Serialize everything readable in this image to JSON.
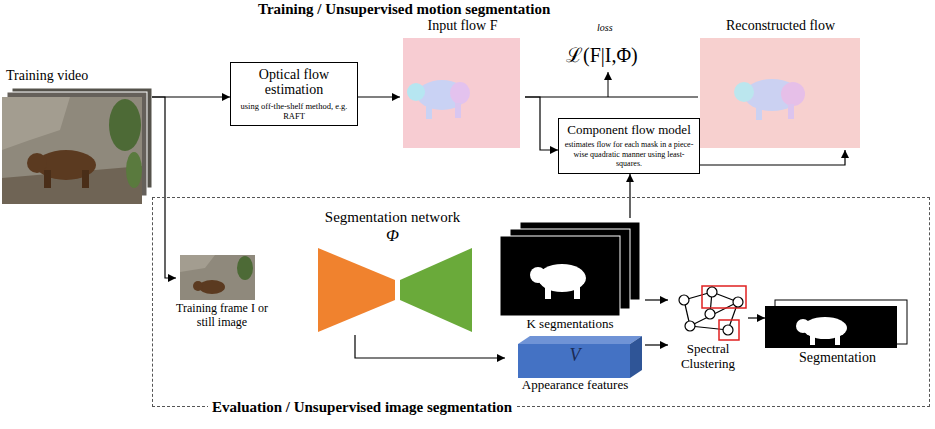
{
  "diagram": {
    "title": "Training / Unsupervised motion segmentation",
    "nodes": [
      {
        "text": [
          "Training video"
        ]
      },
      {
        "text": [
          "Optical flow estimation",
          "using off-the-shelf method, e.g. RAFT"
        ]
      },
      {
        "text": [
          "Input flow F"
        ]
      },
      {
        "text": [
          "Reconstructed flow"
        ]
      },
      {
        "text": [
          "Component flow model",
          "estimates flow for each mask in a piece-wise quadratic manner using least-squares."
        ]
      },
      {
        "text": [
          "Evaluation / Unsupervised image segmentation"
        ]
      },
      {
        "text": [
          "Training frame I or still image"
        ],
        "in": 5
      },
      {
        "text": [
          "Segmentation network",
          "Φ"
        ],
        "in": 5
      },
      {
        "text": [
          "K segmentations"
        ],
        "in": 5
      },
      {
        "text": [
          "V",
          "Appearance features"
        ],
        "in": 5
      },
      {
        "text": [
          "Spectral Clustering"
        ],
        "in": 5
      },
      {
        "text": [
          "Segmentation"
        ],
        "in": 5
      }
    ],
    "edges": [
      {
        "from": 0,
        "to": 1,
        "arrow": "to"
      },
      {
        "from": 0,
        "to": 6,
        "arrow": "to"
      },
      {
        "from": 1,
        "to": 2,
        "arrow": "to"
      },
      {
        "from": 2,
        "to": 3,
        "arrow": "none"
      },
      {
        "from": 2,
        "to": 4,
        "arrow": "to"
      },
      {
        "from": 4,
        "to": 3,
        "arrow": "to"
      },
      {
        "from": 7,
        "to": 9,
        "arrow": "to"
      },
      {
        "from": 8,
        "to": 4,
        "arrow": "to"
      },
      {
        "from": 8,
        "to": 10,
        "arrow": "to"
      },
      {
        "from": 9,
        "to": 10,
        "arrow": "to"
      },
      {
        "from": 10,
        "to": 11,
        "arrow": "to"
      }
    ],
    "labels": [
      "loss",
      "ℒ(F|I,Φ)"
    ]
  }
}
